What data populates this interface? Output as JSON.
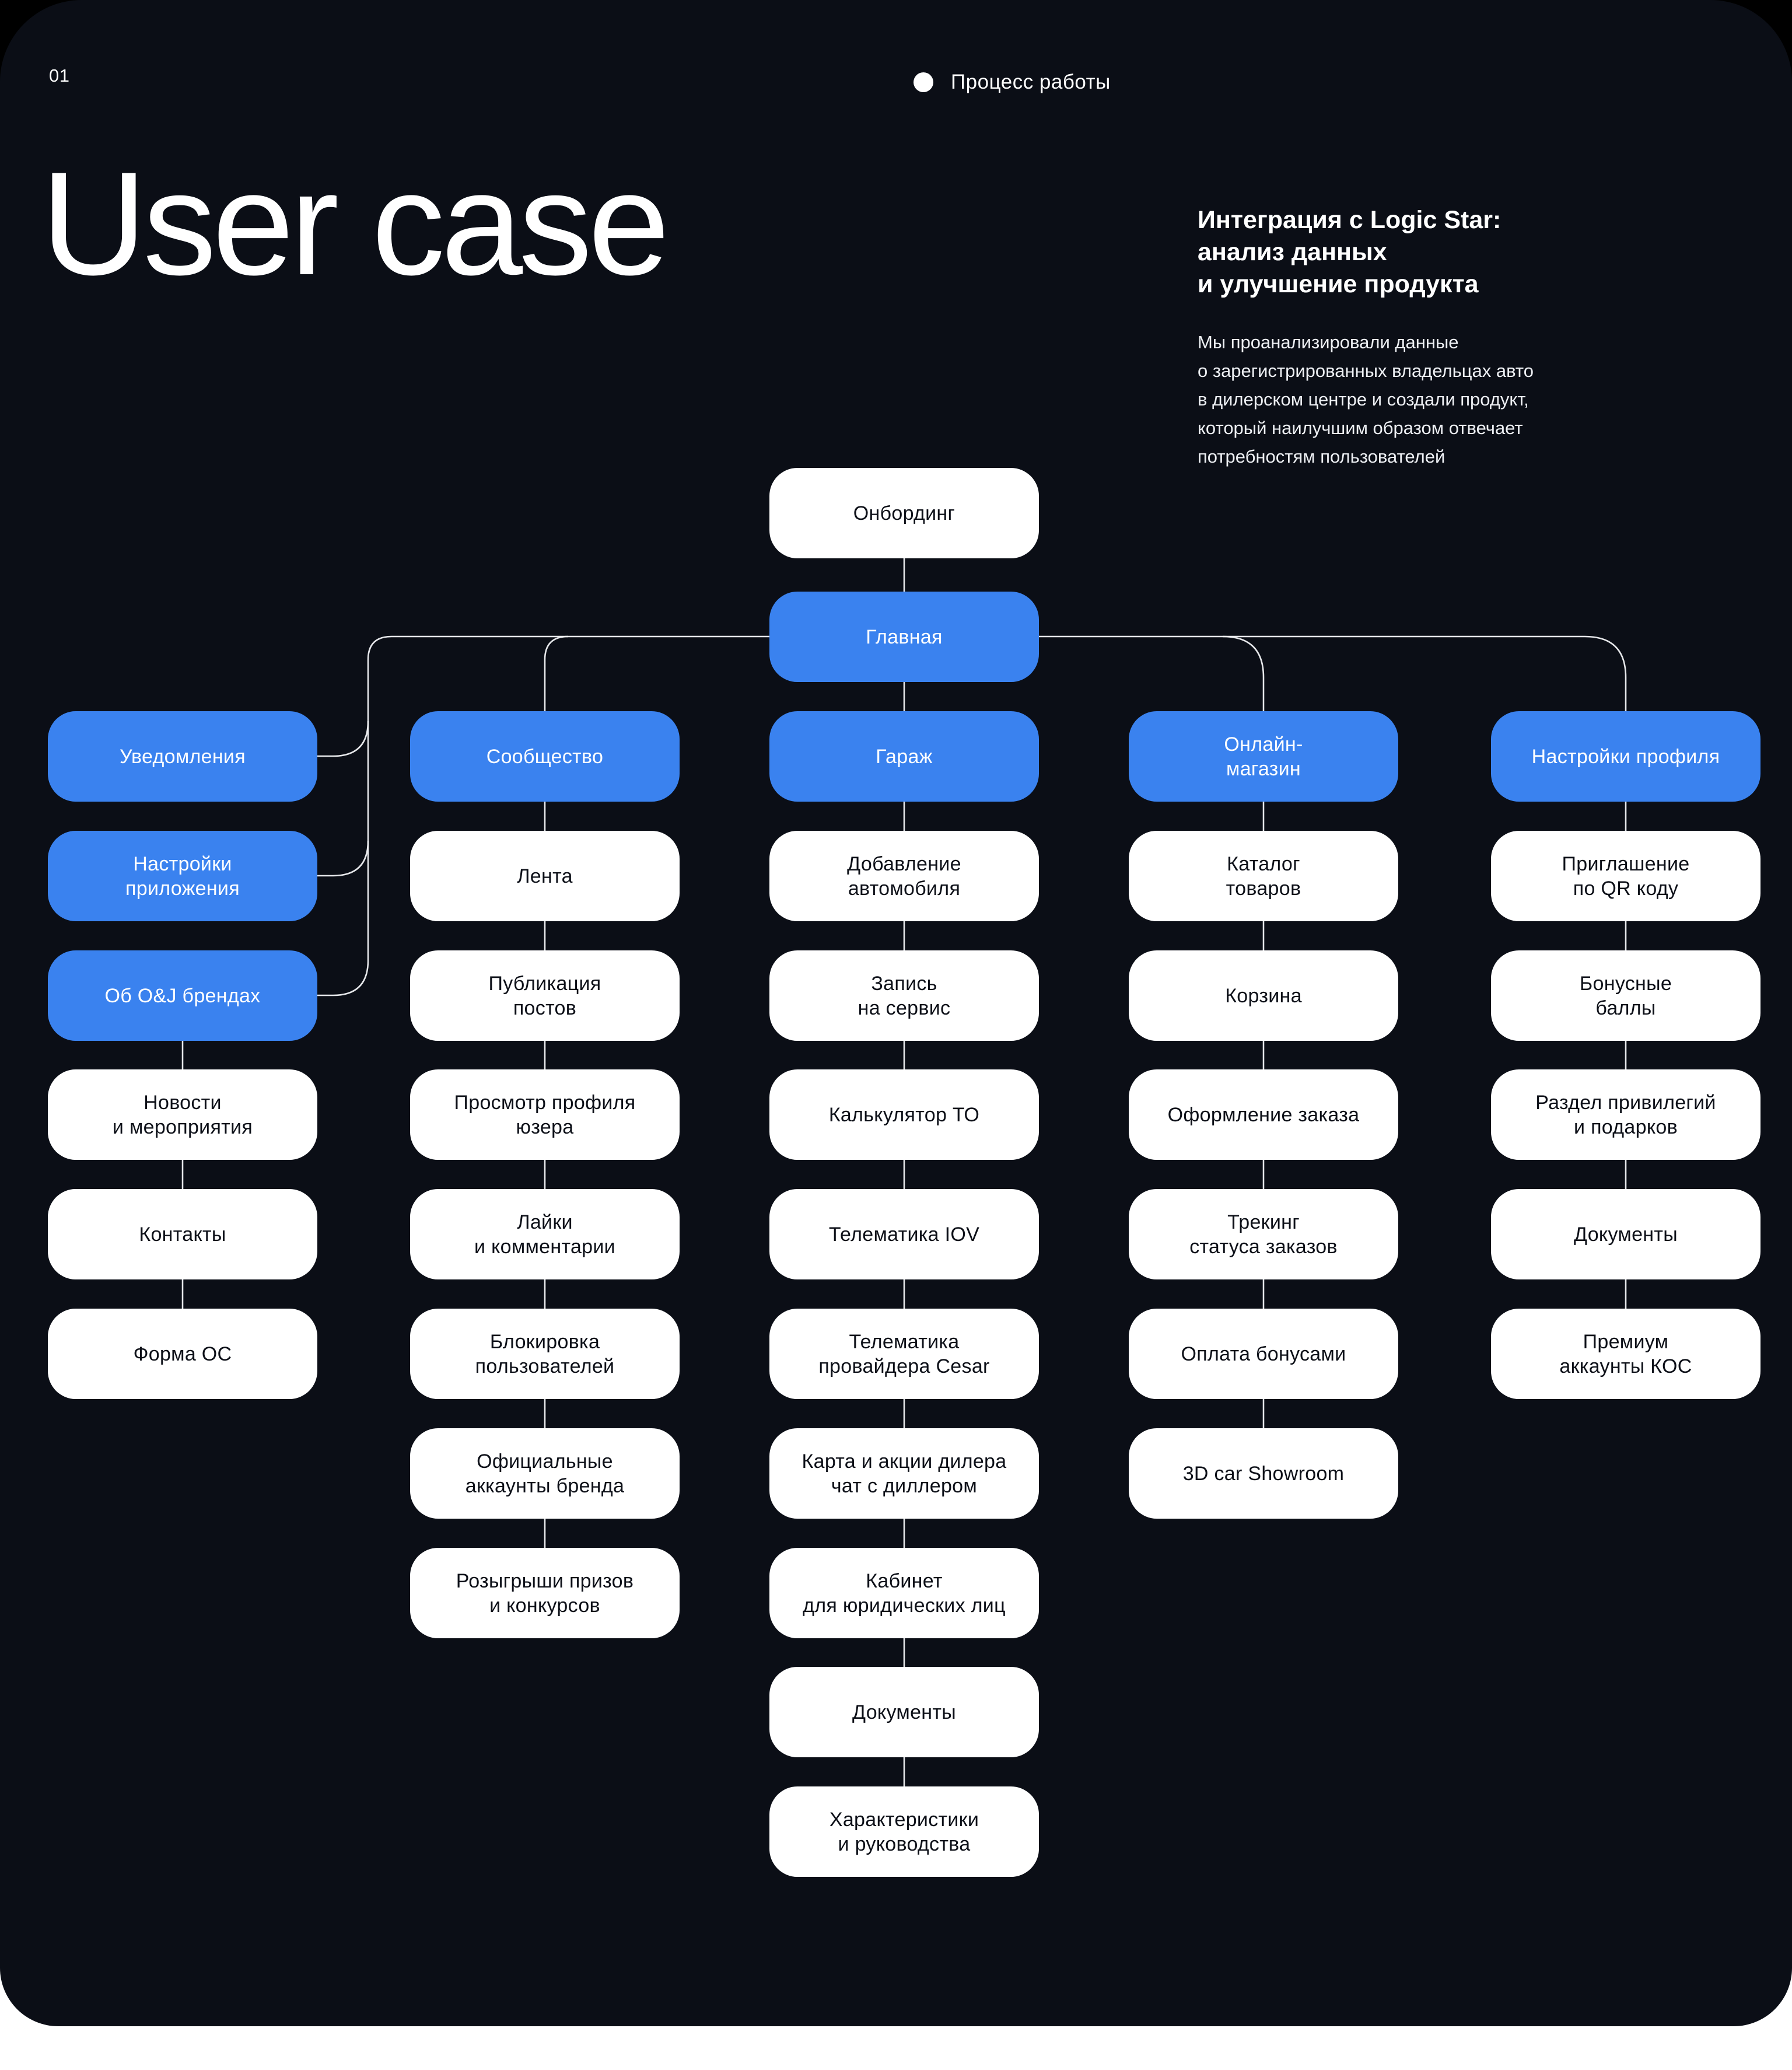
{
  "slide": {
    "page_number": "01",
    "header": {
      "label": "Процесс работы"
    },
    "title": "User case",
    "intro": {
      "heading": "Интеграция с Logic Star:\nанализ данных\nи улучшение продукта",
      "body": "Мы проанализировали данные\nо зарегистрированных владельцах авто\nв дилерском центре и создали продукт,\nкоторый наилучшим образом отвечает\nпотребностям пользователей"
    }
  },
  "colors": {
    "background": "#0b0e16",
    "accent_blue": "#3a82ef",
    "node_white": "#ffffff",
    "connector_line": "#f2f3f5",
    "outer_canvas_bottom": "#ffffff",
    "outer_canvas_top_corners": "#000000"
  },
  "flowchart": {
    "root": {
      "label": "Онбординг",
      "style": "white"
    },
    "home": {
      "label": "Главная",
      "style": "blue"
    },
    "columns": [
      {
        "id": "notifications",
        "nodes": [
          {
            "label": "Уведомления",
            "style": "blue"
          },
          {
            "label": "Настройки\nприложения",
            "style": "blue"
          },
          {
            "label": "Об O&J брендах",
            "style": "blue"
          },
          {
            "label": "Новости\nи мероприятия",
            "style": "white"
          },
          {
            "label": "Контакты",
            "style": "white"
          },
          {
            "label": "Форма ОС",
            "style": "white"
          }
        ]
      },
      {
        "id": "community",
        "nodes": [
          {
            "label": "Сообщество",
            "style": "blue"
          },
          {
            "label": "Лента",
            "style": "white"
          },
          {
            "label": "Публикация\nпостов",
            "style": "white"
          },
          {
            "label": "Просмотр профиля\nюзера",
            "style": "white"
          },
          {
            "label": "Лайки\nи комментарии",
            "style": "white"
          },
          {
            "label": "Блокировка\nпользователей",
            "style": "white"
          },
          {
            "label": "Официальные\nаккаунты бренда",
            "style": "white"
          },
          {
            "label": "Розыгрыши призов\nи конкурсов",
            "style": "white"
          }
        ]
      },
      {
        "id": "garage",
        "nodes": [
          {
            "label": "Гараж",
            "style": "blue"
          },
          {
            "label": "Добавление\nавтомобиля",
            "style": "white"
          },
          {
            "label": "Запись\nна сервис",
            "style": "white"
          },
          {
            "label": "Калькулятор ТО",
            "style": "white"
          },
          {
            "label": "Телематика IOV",
            "style": "white"
          },
          {
            "label": "Телематика\nпровайдера Cesar",
            "style": "white"
          },
          {
            "label": "Карта и акции дилера\nчат с диллером",
            "style": "white"
          },
          {
            "label": "Кабинет\nдля юридических лиц",
            "style": "white"
          },
          {
            "label": "Документы",
            "style": "white"
          },
          {
            "label": "Характеристики\nи руководства",
            "style": "white"
          }
        ]
      },
      {
        "id": "online-store",
        "nodes": [
          {
            "label": "Онлайн-\nмагазин",
            "style": "blue"
          },
          {
            "label": "Каталог\nтоваров",
            "style": "white"
          },
          {
            "label": "Корзина",
            "style": "white"
          },
          {
            "label": "Оформление заказа",
            "style": "white"
          },
          {
            "label": "Трекинг\nстатуса заказов",
            "style": "white"
          },
          {
            "label": "Оплата бонусами",
            "style": "white"
          },
          {
            "label": "3D car Showroom",
            "style": "white"
          }
        ]
      },
      {
        "id": "profile-settings",
        "nodes": [
          {
            "label": "Настройки профиля",
            "style": "blue"
          },
          {
            "label": "Приглашение\nпо QR коду",
            "style": "white"
          },
          {
            "label": "Бонусные\nбаллы",
            "style": "white"
          },
          {
            "label": "Раздел привилегий\nи подарков",
            "style": "white"
          },
          {
            "label": "Документы",
            "style": "white"
          },
          {
            "label": "Премиум\nаккаунты КОС",
            "style": "white"
          }
        ]
      }
    ]
  }
}
